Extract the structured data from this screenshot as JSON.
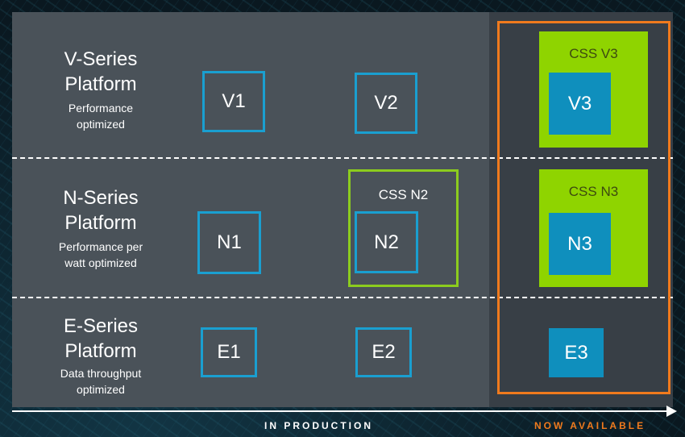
{
  "rows": [
    {
      "title_1": "V-Series",
      "title_2": "Platform",
      "sub_1": "Performance",
      "sub_2": "optimized"
    },
    {
      "title_1": "N-Series",
      "title_2": "Platform",
      "sub_1": "Performance per",
      "sub_2": "watt optimized"
    },
    {
      "title_1": "E-Series",
      "title_2": "Platform",
      "sub_1": "Data throughput",
      "sub_2": "optimized"
    }
  ],
  "chips": {
    "v1": "V1",
    "v2": "V2",
    "v3": "V3",
    "n1": "N1",
    "n2": "N2",
    "n3": "N3",
    "e1": "E1",
    "e2": "E2",
    "e3": "E3"
  },
  "css": {
    "n2": "CSS N2",
    "v3": "CSS V3",
    "n3": "CSS N3"
  },
  "axis": {
    "in_production": "IN PRODUCTION",
    "now_available": "NOW AVAILABLE"
  },
  "colors": {
    "chip_outline": "#1a9fd0",
    "chip_fill": "#0f8fbd",
    "css_green": "#8fd400",
    "now_available_orange": "#f07a1d",
    "panel_gray": "#4a5259",
    "panel_dark": "#383f46"
  }
}
